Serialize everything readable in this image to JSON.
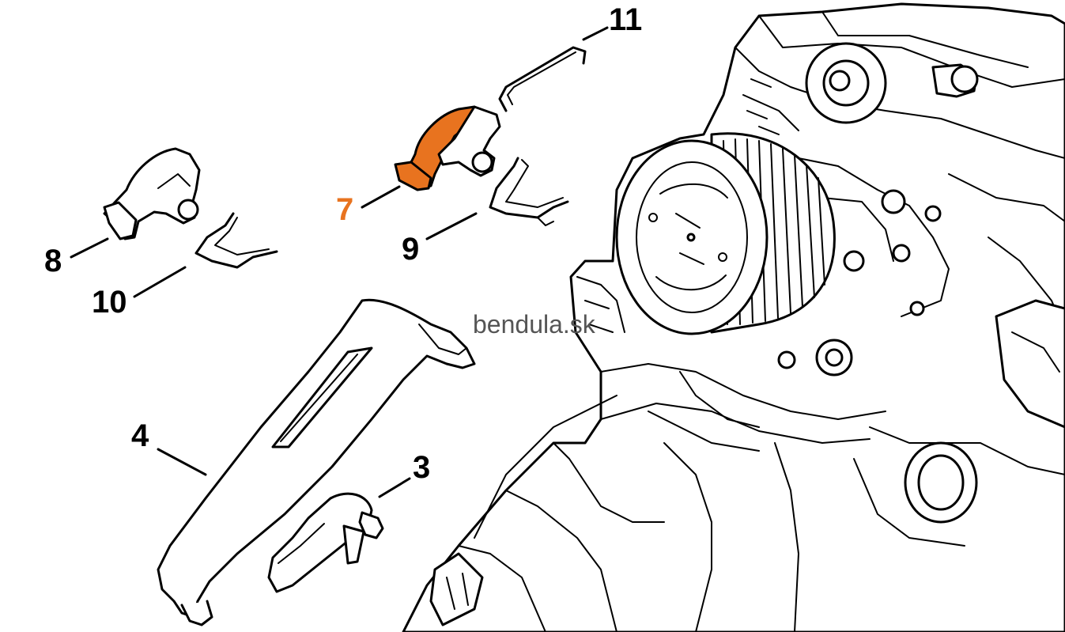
{
  "watermark": "bendula.sk",
  "colors": {
    "highlight": "#e8731f",
    "line": "#000000",
    "background": "#ffffff"
  },
  "callouts": [
    {
      "id": "11",
      "label": "11"
    },
    {
      "id": "7",
      "label": "7",
      "highlighted": true
    },
    {
      "id": "9",
      "label": "9"
    },
    {
      "id": "8",
      "label": "8"
    },
    {
      "id": "10",
      "label": "10"
    },
    {
      "id": "4",
      "label": "4"
    },
    {
      "id": "3",
      "label": "3"
    }
  ]
}
